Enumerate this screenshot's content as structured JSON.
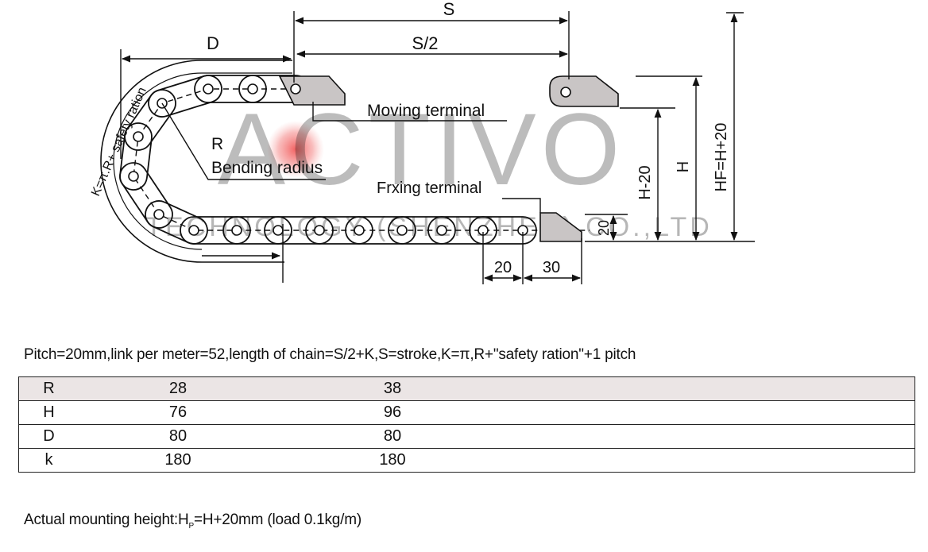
{
  "diagram": {
    "watermark_main": "ACTIVO",
    "watermark_sub": "TECHNOLOGY (SHENZHEN) CO.,LTD",
    "labels": {
      "s": "S",
      "s_half": "S/2",
      "d": "D",
      "k_formula": "K=π.R+ safety ration",
      "r": "R",
      "bending_radius": "Bending radius",
      "moving_terminal": "Moving terminal",
      "fixing_terminal": "Frxing terminal",
      "h_minus_20": "H-20",
      "h": "H",
      "hf": "HF=H+20",
      "dim_20_vertical": "20",
      "dim_20": "20",
      "dim_30": "30"
    }
  },
  "pitch_note": "Pitch=20mm,link per meter=52,length of chain=S/2+K,S=stroke,K=π,R+\"safety ration\"+1 pitch",
  "table": {
    "rows": [
      [
        "R",
        "28",
        "38"
      ],
      [
        "H",
        "76",
        "96"
      ],
      [
        "D",
        "80",
        "80"
      ],
      [
        "k",
        "180",
        "180"
      ]
    ]
  },
  "mount_note": {
    "prefix": "Actual mounting height:H",
    "subscript": "P",
    "suffix": "=H+20mm (load 0.1kg/m)"
  }
}
